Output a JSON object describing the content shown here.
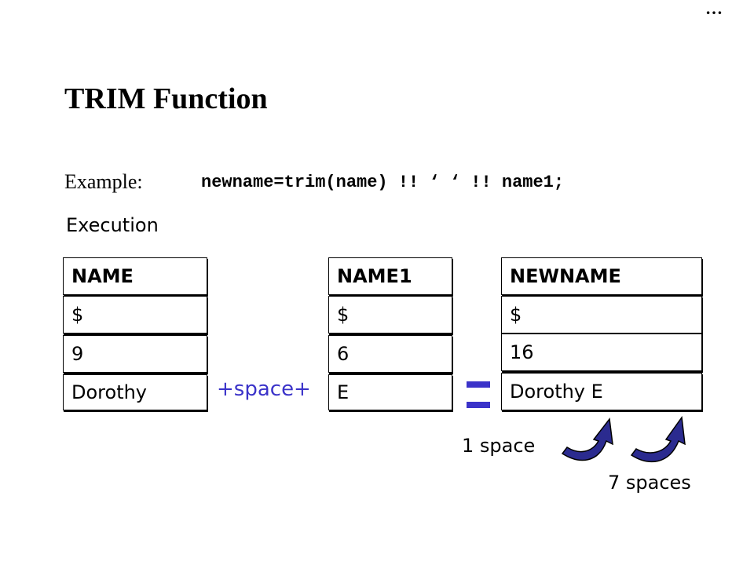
{
  "slide": {
    "ellipsis": "…",
    "title": "TRIM Function",
    "example_label": "Example:",
    "code": "newname=trim(name) !! ‘ ‘ !! name1;",
    "execution_label": "Execution"
  },
  "variables": {
    "name": {
      "header": "NAME",
      "type": "$",
      "length": "9",
      "value": "Dorothy"
    },
    "name1": {
      "header": "NAME1",
      "type": "$",
      "length": "6",
      "value": "E"
    },
    "newname": {
      "header": "NEWNAME",
      "type": "$",
      "length": "16",
      "value": "Dorothy E"
    }
  },
  "annotations": {
    "plus_space": "+space+",
    "one_space": "1 space",
    "seven_spaces": "7 spaces"
  },
  "colors": {
    "accent": "#3b33c9",
    "text": "#000000",
    "background": "#ffffff"
  },
  "icons": [
    "curved-arrow-icon",
    "equals-icon"
  ]
}
